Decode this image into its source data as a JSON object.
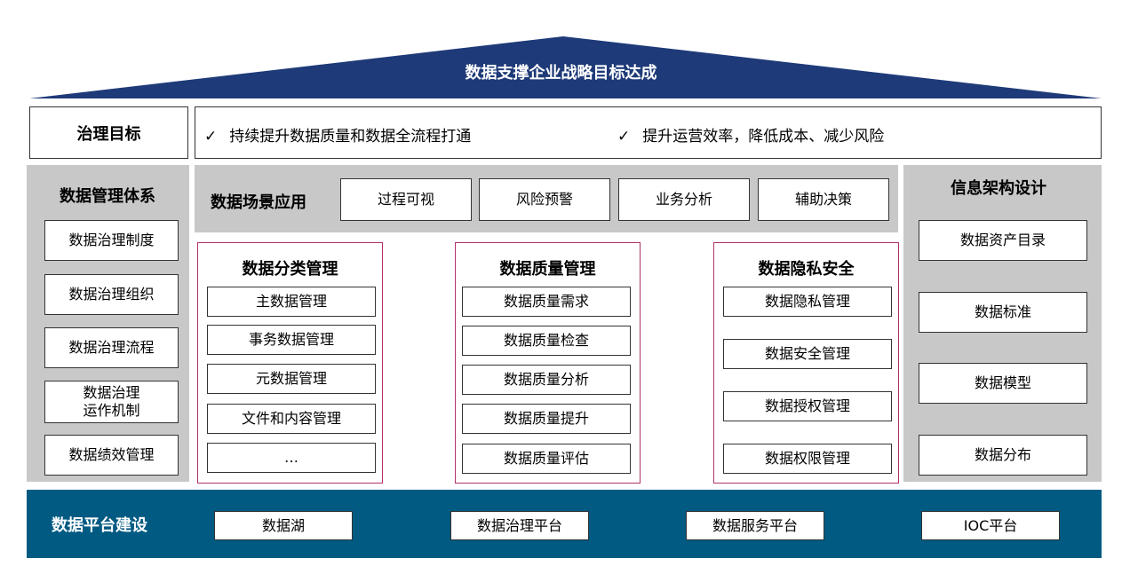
{
  "roof": {
    "title": "数据支撑企业战略目标达成"
  },
  "goal": {
    "label": "治理目标",
    "check": "✓",
    "items": [
      "持续提升数据质量和数据全流程打通",
      "提升运营效率，降低成本、减少风险"
    ]
  },
  "management": {
    "title": "数据管理体系",
    "items": [
      "数据治理制度",
      "数据治理组织",
      "数据治理流程",
      "数据治理\n运作机制",
      "数据绩效管理"
    ]
  },
  "scenario": {
    "title": "数据场景应用",
    "items": [
      "过程可视",
      "风险预警",
      "业务分析",
      "辅助决策"
    ]
  },
  "classification": {
    "title": "数据分类管理",
    "items": [
      "主数据管理",
      "事务数据管理",
      "元数据管理",
      "文件和内容管理",
      "…"
    ]
  },
  "quality": {
    "title": "数据质量管理",
    "items": [
      "数据质量需求",
      "数据质量检查",
      "数据质量分析",
      "数据质量提升",
      "数据质量评估"
    ]
  },
  "privacy": {
    "title": "数据隐私安全",
    "items": [
      "数据隐私管理",
      "数据安全管理",
      "数据授权管理",
      "数据权限管理"
    ]
  },
  "architecture": {
    "title": "信息架构设计",
    "items": [
      "数据资产目录",
      "数据标准",
      "数据模型",
      "数据分布"
    ]
  },
  "platform": {
    "title": "数据平台建设",
    "items": [
      "数据湖",
      "数据治理平台",
      "数据服务平台",
      "IOC平台"
    ]
  },
  "colors": {
    "roof": "#1e3a78",
    "panel_gray": "#c8c8c8",
    "frame_border": "#b0306a",
    "platform": "#005a82"
  }
}
